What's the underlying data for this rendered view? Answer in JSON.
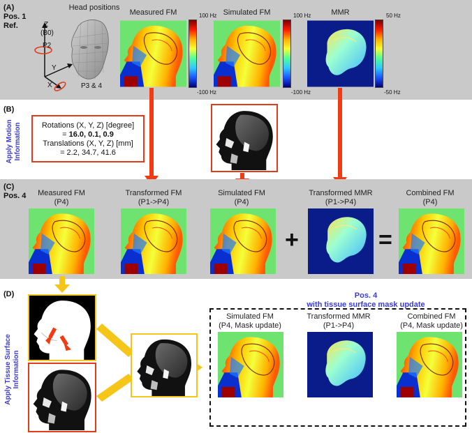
{
  "sectionA": {
    "tag": "(A)",
    "pos": "Pos. 1",
    "ref": "Ref.",
    "head_positions": "Head positions",
    "measured_fm": "Measured FM",
    "simulated_fm": "Simulated FM",
    "mmr": "MMR",
    "cbar_fm_top": "100 Hz",
    "cbar_fm_bottom": "-100 Hz",
    "cbar_sim_top": "100 Hz",
    "cbar_sim_bottom": "-100 Hz",
    "cbar_mmr_top": "50 Hz",
    "cbar_mmr_bottom": "-50 Hz",
    "axis_z": "Z",
    "axis_b0": "(B0)",
    "axis_y": "Y",
    "axis_x": "X",
    "p2": "P2",
    "p34": "P3 & 4"
  },
  "sectionB": {
    "tag": "(B)",
    "side_label_1": "Apply Motion",
    "side_label_2": "Information",
    "rot_label": "Rotations (X, Y, Z) [degree]",
    "rot_eq": "= ",
    "rot_values": "16.0, 0.1, 0.9",
    "trans_label": "Translations (X, Y, Z) [mm]",
    "trans_values": "= 2.2, 34.7, 41.6"
  },
  "sectionC": {
    "tag": "(C)",
    "pos": "Pos. 4",
    "panels": [
      {
        "title": "Measured FM",
        "sub": "(P4)"
      },
      {
        "title": "Transformed FM",
        "sub": "(P1->P4)"
      },
      {
        "title": "Simulated FM",
        "sub": "(P4)"
      },
      {
        "title": "Transformed MMR",
        "sub": "(P1->P4)"
      },
      {
        "title": "Combined FM",
        "sub": "(P4)"
      }
    ],
    "plus": "+",
    "equals": "="
  },
  "sectionD": {
    "tag": "(D)",
    "side_label_1": "Apply Tissue Surface",
    "side_label_2": "Information",
    "dash_title_1": "Pos. 4",
    "dash_title_2": "with tissue surface mask update",
    "panels": [
      {
        "title": "Simulated FM",
        "sub": "(P4, Mask update)"
      },
      {
        "title": "Transformed MMR",
        "sub": "(P1->P4)"
      },
      {
        "title": "Combined FM",
        "sub": "(P4, Mask update)"
      }
    ]
  },
  "colors": {
    "band_gray": "#c9c9c9",
    "accent_red": "#f23a13",
    "accent_yellow": "#f5c518",
    "label_blue": "#3b3bd6",
    "fm_background": "#6fe36f",
    "mmr_background": "#0a1c8a"
  },
  "icons": [
    "head-mesh-icon",
    "rotation-arrow-icon",
    "axis-triad-icon"
  ]
}
